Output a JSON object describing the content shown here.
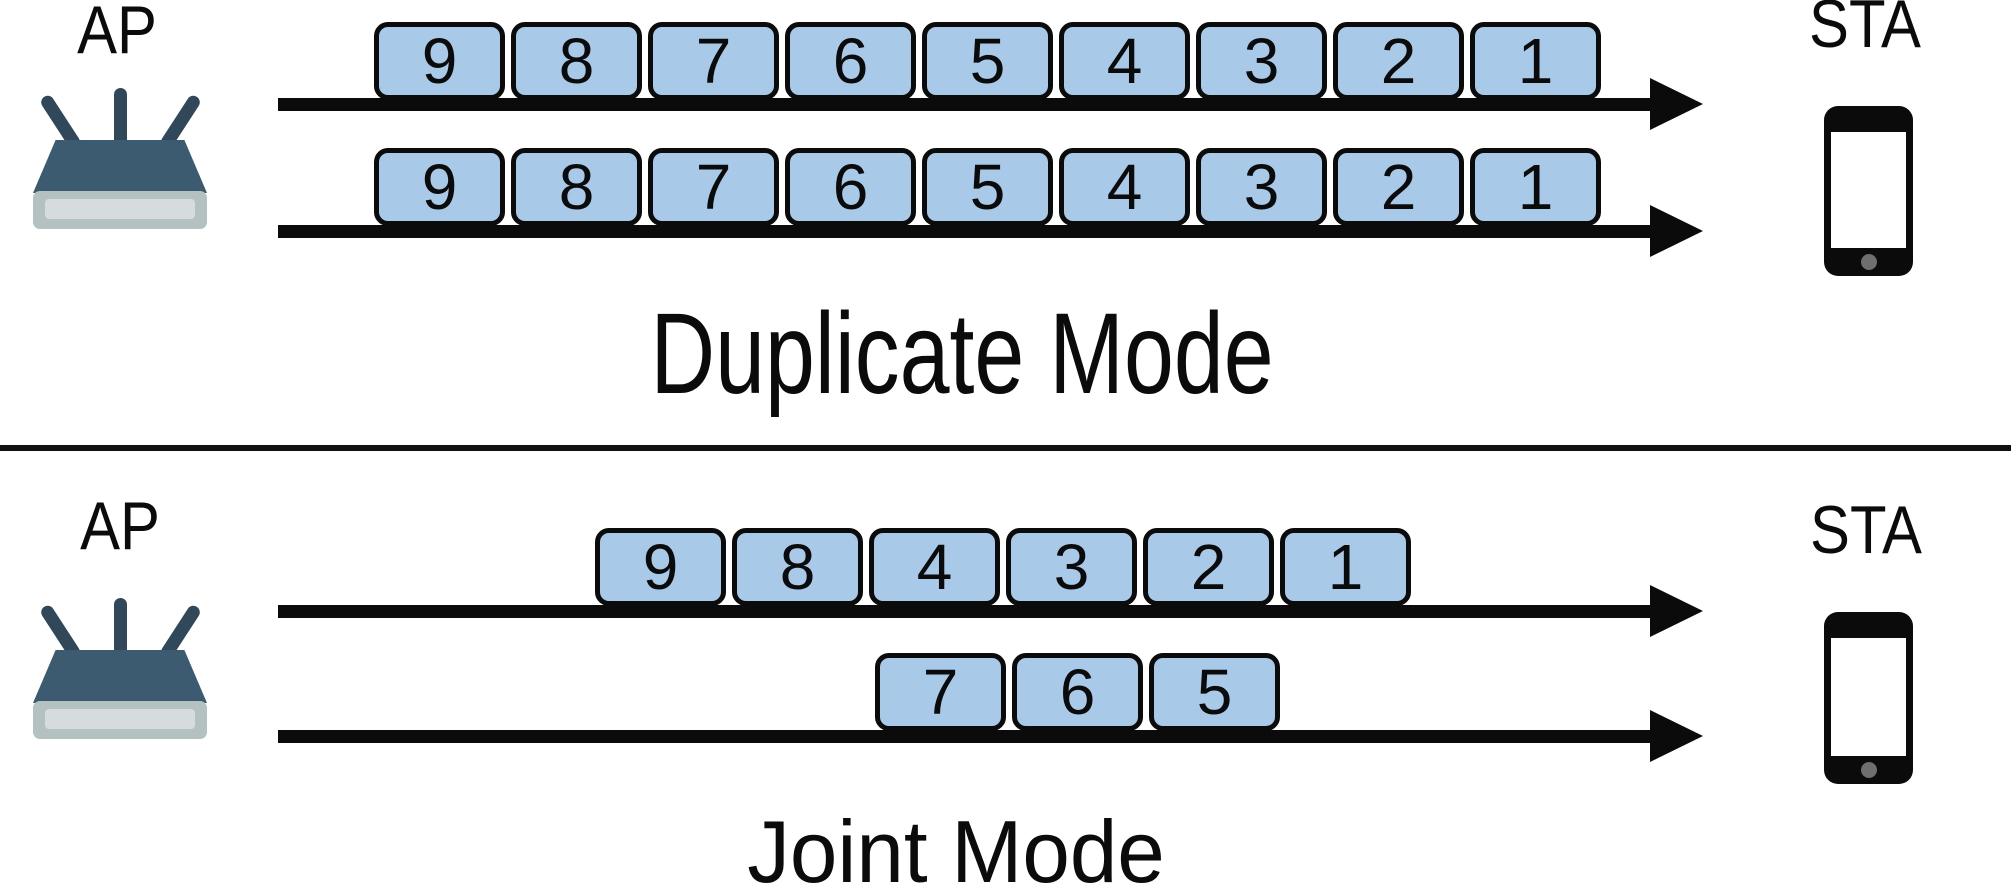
{
  "colors": {
    "bg": "#ffffff",
    "arrow": "#0b0b0b",
    "packet-fill": "#a9c9e9",
    "packet-border": "#0b0b0b",
    "router-body": "#3c5a70",
    "router-antenna": "#31485b",
    "router-base": "#b4c1c1",
    "router-stripe": "#d6dcdd",
    "phone-body": "#0b0b0b",
    "phone-home": "#6f6f6f"
  },
  "sections": [
    {
      "title": "Duplicate Mode",
      "ap_label": "AP",
      "sta_label": "STA",
      "ap_icon": "wireless-router-icon",
      "sta_icon": "smartphone-icon",
      "links": [
        {
          "packets": [
            "9",
            "8",
            "7",
            "6",
            "5",
            "4",
            "3",
            "2",
            "1"
          ]
        },
        {
          "packets": [
            "9",
            "8",
            "7",
            "6",
            "5",
            "4",
            "3",
            "2",
            "1"
          ]
        }
      ]
    },
    {
      "title": "Joint Mode",
      "ap_label": "AP",
      "sta_label": "STA",
      "ap_icon": "wireless-router-icon",
      "sta_icon": "smartphone-icon",
      "links": [
        {
          "packets": [
            "9",
            "8",
            "4",
            "3",
            "2",
            "1"
          ]
        },
        {
          "packets": [
            "7",
            "6",
            "5"
          ]
        }
      ]
    }
  ]
}
